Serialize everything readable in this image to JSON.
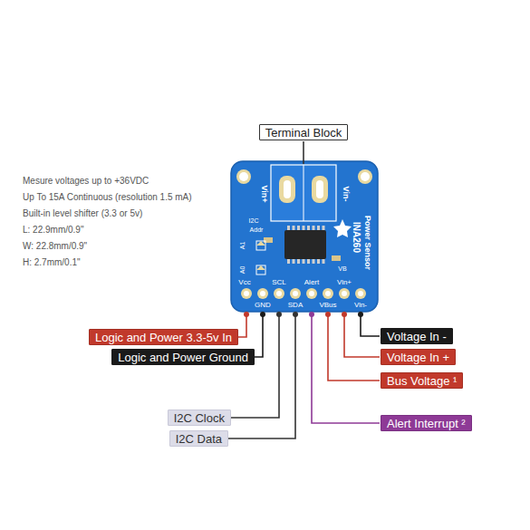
{
  "diagram": {
    "nodes": [
      {
        "text": [
          "Terminal Block"
        ]
      },
      {
        "text": [
          "Voltage In -"
        ]
      },
      {
        "text": [
          "Logic and Power 3.3-5v In"
        ]
      },
      {
        "text": [
          "Logic and Power Ground"
        ]
      },
      {
        "text": [
          "Voltage In +"
        ]
      },
      {
        "text": [
          "Bus Voltage ¹"
        ]
      },
      {
        "text": [
          "I2C Clock"
        ]
      },
      {
        "text": [
          "Alert Interrupt ²"
        ]
      },
      {
        "text": [
          "I2C Data"
        ]
      }
    ],
    "labels": [
      "Mesure voltages up to +36VDC",
      "Up To 15A Continuous (resolution 1.5 mA)",
      "Built-in level shifter (3.3 or 5v)",
      "L: 22.9mm/0.9\"",
      "W: 22.8mm/0.9\"",
      "H: 2.7mm/0.1\"",
      "Vin+",
      "Vin-",
      "I2C",
      "Addr",
      "A1",
      "A0",
      "VB",
      "INA260",
      "Power Sensor",
      "Vcc",
      "SCL",
      "Alert",
      "Vin+",
      "GND",
      "SDA",
      "VBus",
      "Vin-"
    ]
  }
}
